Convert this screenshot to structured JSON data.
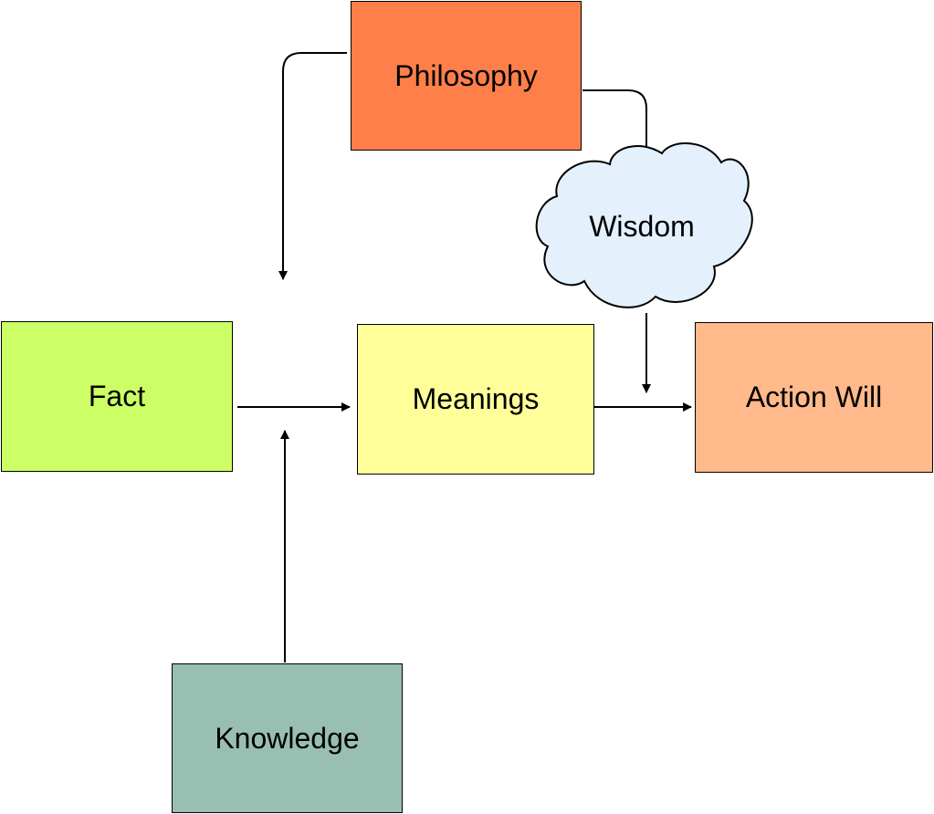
{
  "nodes": {
    "philosophy": "Philosophy",
    "wisdom": "Wisdom",
    "fact": "Fact",
    "meanings": "Meanings",
    "action_will": "Action Will",
    "knowledge": "Knowledge"
  },
  "colors": {
    "philosophy": "#FF7F4A",
    "wisdom": "#E4F0FC",
    "fact": "#CCFF66",
    "meanings": "#FFFF99",
    "action_will": "#FFB98A",
    "knowledge": "#99BFB2",
    "line": "#000000"
  },
  "connectors": [
    {
      "from": "Philosophy",
      "to": "Fact-Meanings link"
    },
    {
      "from": "Philosophy",
      "to": "Wisdom"
    },
    {
      "from": "Wisdom",
      "to": "Meanings-Action Will link"
    },
    {
      "from": "Fact",
      "to": "Meanings"
    },
    {
      "from": "Meanings",
      "to": "Action Will"
    },
    {
      "from": "Knowledge",
      "to": "Fact-Meanings link"
    }
  ]
}
